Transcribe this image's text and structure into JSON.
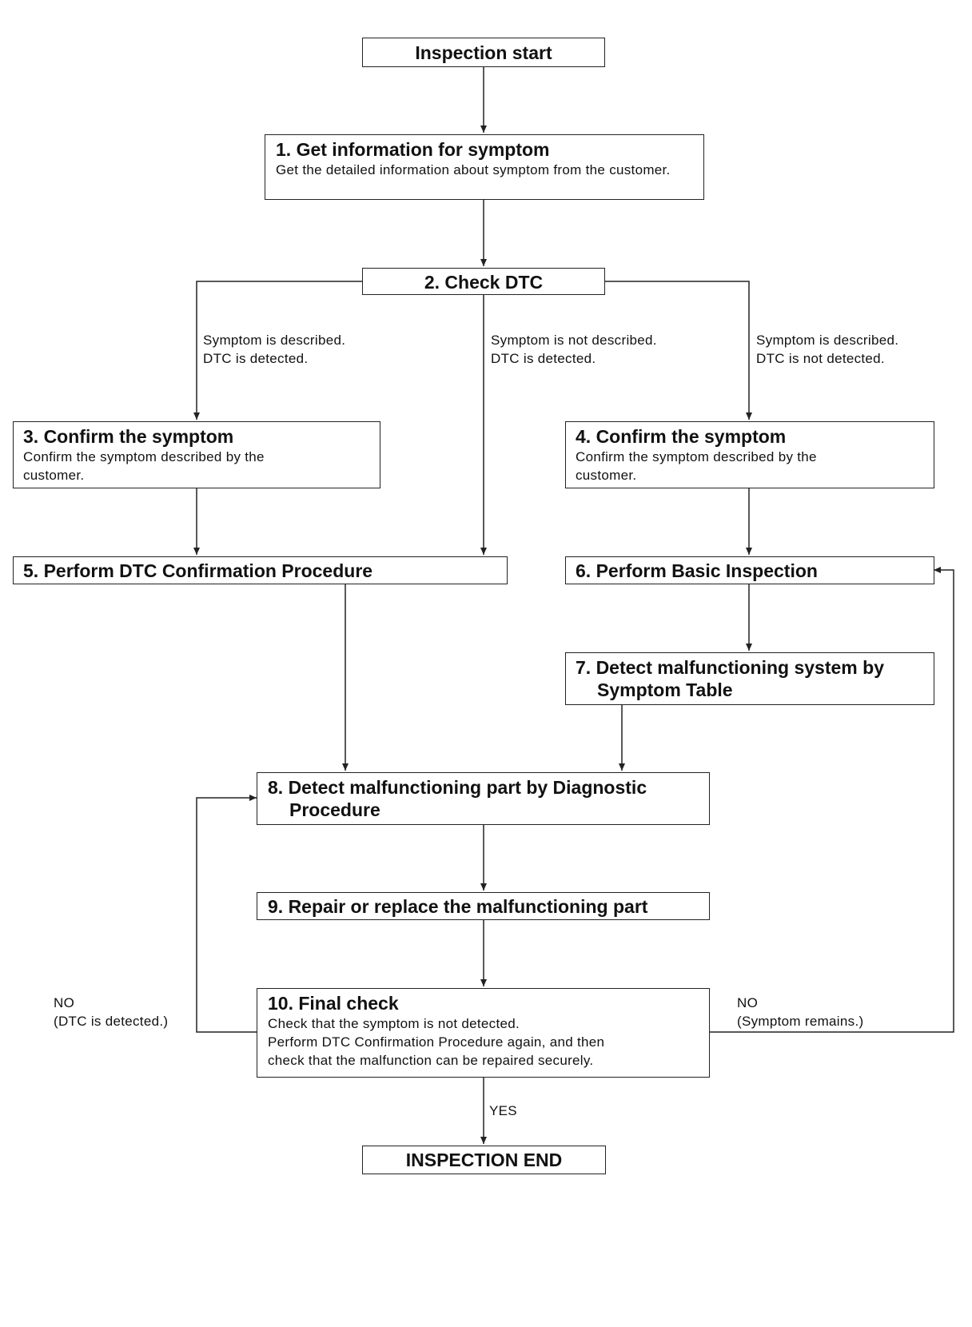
{
  "steps": {
    "start": {
      "title": "Inspection start"
    },
    "s1": {
      "title": "1. Get information for symptom",
      "desc": "Get the detailed information about symptom from the customer."
    },
    "s2": {
      "title": "2. Check DTC"
    },
    "s3": {
      "title": "3. Confirm the symptom",
      "desc": "Confirm the symptom described by the customer."
    },
    "s4": {
      "title": "4. Confirm the symptom",
      "desc": "Confirm the symptom described by the customer."
    },
    "s5": {
      "title": "5. Perform DTC Confirmation Procedure"
    },
    "s6": {
      "title": "6. Perform Basic Inspection"
    },
    "s7": {
      "title_line1": "7. Detect malfunctioning system by",
      "title_line2": "Symptom Table"
    },
    "s8": {
      "title_line1": "8. Detect malfunctioning part by Diagnostic",
      "title_line2": "Procedure"
    },
    "s9": {
      "title": "9. Repair or replace the malfunctioning part"
    },
    "s10": {
      "title": "10. Final check",
      "desc_line1": "Check that the symptom is not detected.",
      "desc_line2": "Perform DTC Confirmation Procedure again, and then",
      "desc_line3": "check that the malfunction can be repaired securely."
    },
    "end": {
      "title": "INSPECTION END"
    }
  },
  "branches": {
    "left": {
      "line1": "Symptom is described.",
      "line2": "DTC is detected."
    },
    "middle": {
      "line1": "Symptom is not described.",
      "line2": "DTC is detected."
    },
    "right": {
      "line1": "Symptom is described.",
      "line2": "DTC is not detected."
    },
    "no_left": {
      "line1": "NO",
      "line2": "(DTC is detected.)"
    },
    "no_right": {
      "line1": "NO",
      "line2": "(Symptom remains.)"
    },
    "yes": "YES"
  }
}
